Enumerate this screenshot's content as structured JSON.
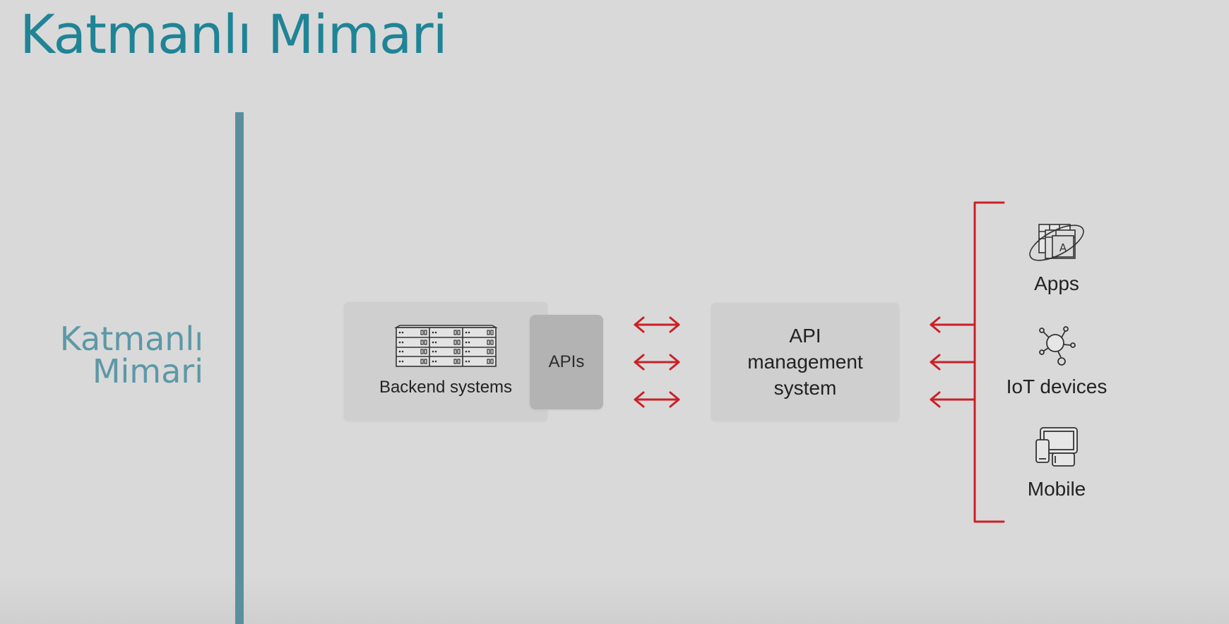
{
  "title": "Katmanlı Mimari",
  "side_label": {
    "line1": "Katmanlı",
    "line2": "Mimari"
  },
  "diagram": {
    "backend_label": "Backend systems",
    "apis_label": "APIs",
    "management": {
      "line1": "API",
      "line2": "management",
      "line3": "system"
    },
    "clients": [
      {
        "label": "Apps",
        "icon": "apps-icon"
      },
      {
        "label": "IoT devices",
        "icon": "iot-icon"
      },
      {
        "label": "Mobile",
        "icon": "mobile-icon"
      }
    ],
    "arrow_color": "#cc1f26",
    "accent_color": "#1f8496"
  }
}
